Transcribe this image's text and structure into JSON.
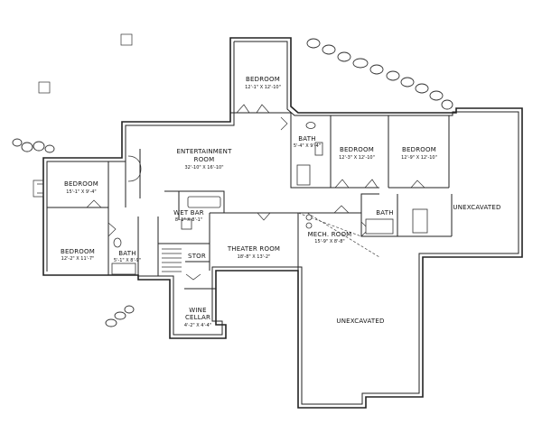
{
  "rooms": [
    {
      "id": "bedroom-top",
      "name": "BEDROOM",
      "size": "12'-1\" X 12'-10\""
    },
    {
      "id": "entertainment",
      "name": "ENTERTAINMENT ROOM",
      "name_line1": "ENTERTAINMENT",
      "name_line2": "ROOM",
      "size": "32'-10\" X 16'-10\""
    },
    {
      "id": "bath-1",
      "name": "BATH",
      "size": "5'-4\" X 9'-4\""
    },
    {
      "id": "bedroom-mid",
      "name": "BEDROOM",
      "size": "12'-3\" X 12'-10\""
    },
    {
      "id": "bedroom-right",
      "name": "BEDROOM",
      "size": "12'-9\" X 12'-10\""
    },
    {
      "id": "bedroom-left-top",
      "name": "BEDROOM",
      "size": "15'-1\" X 9'-4\""
    },
    {
      "id": "wet-bar",
      "name": "WET BAR",
      "size": "8'-1\" X 8'-1\""
    },
    {
      "id": "bedroom-left-bottom",
      "name": "BEDROOM",
      "size": "12'-2\" X 11'-7\""
    },
    {
      "id": "bath-2",
      "name": "BATH",
      "size": "5'-1\" X 8'-9\""
    },
    {
      "id": "stor",
      "name": "STOR",
      "size": ""
    },
    {
      "id": "theater",
      "name": "THEATER ROOM",
      "size": "18'-8\" X 13'-2\""
    },
    {
      "id": "mech",
      "name": "MECH. ROOM",
      "size": "15'-9\" X 8'-8\""
    },
    {
      "id": "bath-3",
      "name": "BATH",
      "size": ""
    },
    {
      "id": "unexcavated-right",
      "name": "UNEXCAVATED",
      "size": ""
    },
    {
      "id": "unexcavated-bottom",
      "name": "UNEXCAVATED",
      "size": ""
    },
    {
      "id": "wine-cellar",
      "name": "WINE CELLAR",
      "name_line1": "WINE",
      "name_line2": "CELLAR",
      "size": "4'-2\" X 4'-4\""
    }
  ]
}
